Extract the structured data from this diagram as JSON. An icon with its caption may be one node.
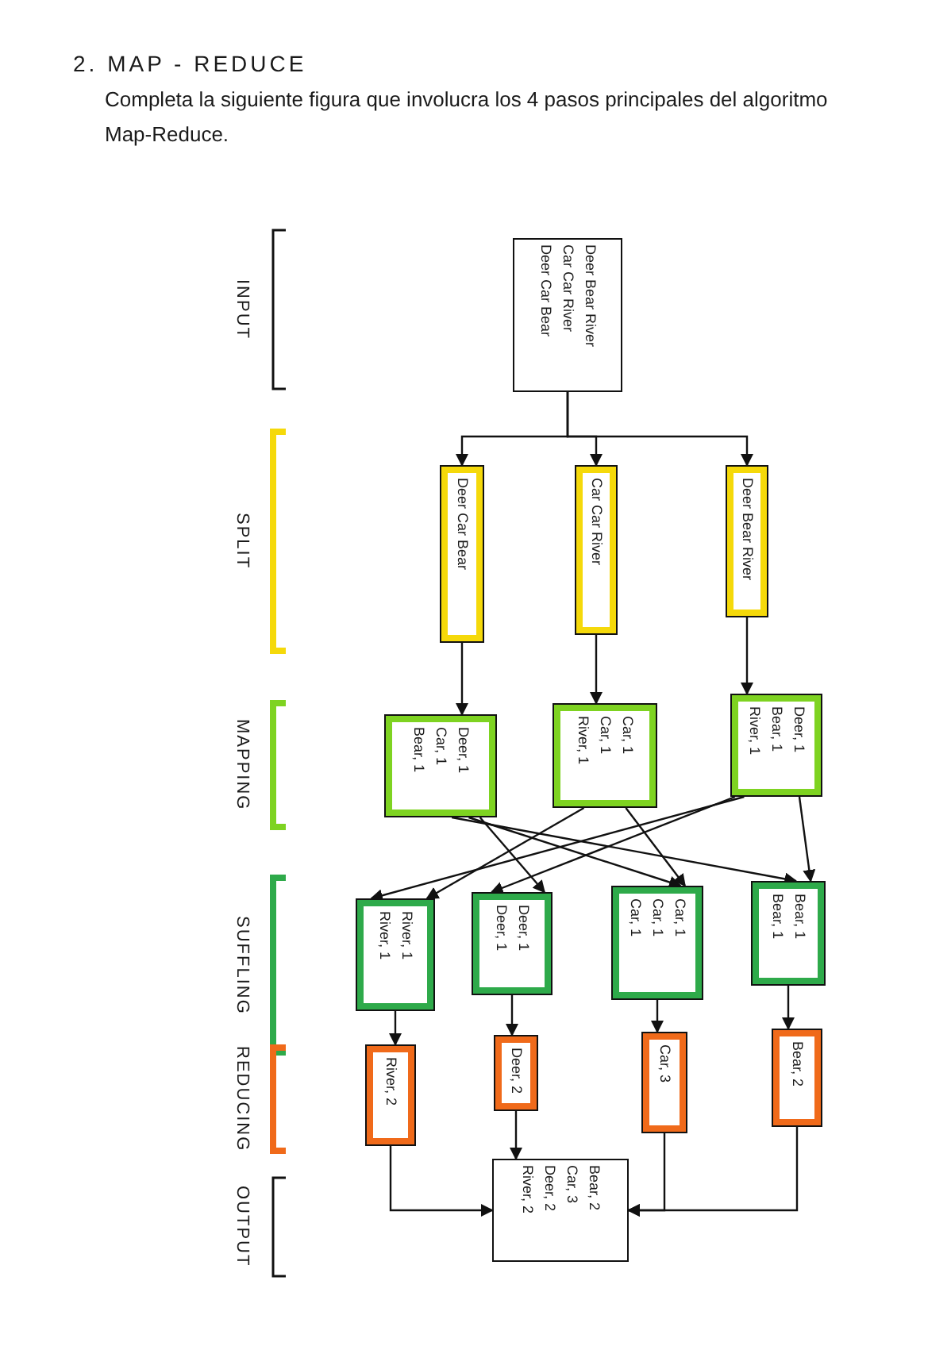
{
  "diagram": {
    "title": "2. MAP - REDUCE",
    "nodes": [
      {
        "text": [
          "Deer Bear River",
          "Car Car River",
          "Deer Car Bear"
        ]
      },
      {
        "text": [
          "Deer Car Bear"
        ]
      },
      {
        "text": [
          "Car Car River"
        ]
      },
      {
        "text": [
          "Deer Bear River"
        ]
      },
      {
        "text": [
          "Deer, 1",
          "Car, 1",
          "Bear, 1"
        ]
      },
      {
        "text": [
          "Car, 1",
          "Car, 1",
          "River, 1"
        ]
      },
      {
        "text": [
          "Deer, 1",
          "Bear, 1",
          "River, 1"
        ]
      },
      {
        "text": [
          "River, 1",
          "River, 1"
        ]
      },
      {
        "text": [
          "Deer, 1",
          "Deer, 1"
        ]
      },
      {
        "text": [
          "Car, 1",
          "Car, 1",
          "Car, 1"
        ]
      },
      {
        "text": [
          "Bear, 1",
          "Bear, 1"
        ]
      },
      {
        "text": [
          "River, 2"
        ]
      },
      {
        "text": [
          "Deer, 2"
        ]
      },
      {
        "text": [
          "Car, 3"
        ]
      },
      {
        "text": [
          "Bear, 2"
        ]
      },
      {
        "text": [
          "Bear, 2",
          "Car, 3",
          "Deer, 2",
          "River, 2"
        ]
      }
    ],
    "edges": [
      {
        "from": 0,
        "to": 1,
        "arrow": "to"
      },
      {
        "from": 0,
        "to": 2,
        "arrow": "to"
      },
      {
        "from": 0,
        "to": 3,
        "arrow": "to"
      },
      {
        "from": 1,
        "to": 4,
        "arrow": "to"
      },
      {
        "from": 2,
        "to": 5,
        "arrow": "to"
      },
      {
        "from": 3,
        "to": 6,
        "arrow": "to"
      },
      {
        "from": 4,
        "to": 8,
        "arrow": "to"
      },
      {
        "from": 4,
        "to": 9,
        "arrow": "to"
      },
      {
        "from": 4,
        "to": 10,
        "arrow": "to"
      },
      {
        "from": 5,
        "to": 7,
        "arrow": "to"
      },
      {
        "from": 5,
        "to": 9,
        "arrow": "to"
      },
      {
        "from": 6,
        "to": 7,
        "arrow": "to"
      },
      {
        "from": 6,
        "to": 8,
        "arrow": "to"
      },
      {
        "from": 6,
        "to": 10,
        "arrow": "to"
      },
      {
        "from": 7,
        "to": 11,
        "arrow": "to"
      },
      {
        "from": 8,
        "to": 12,
        "arrow": "to"
      },
      {
        "from": 9,
        "to": 13,
        "arrow": "to"
      },
      {
        "from": 10,
        "to": 14,
        "arrow": "to"
      },
      {
        "from": 11,
        "to": 15,
        "arrow": "to"
      },
      {
        "from": 12,
        "to": 15,
        "arrow": "to"
      },
      {
        "from": 13,
        "to": 15,
        "arrow": "to"
      },
      {
        "from": 14,
        "to": 15,
        "arrow": "to"
      }
    ],
    "labels": [
      "Completa la siguiente figura que involucra los 4 pasos principales del algoritmo Map-Reduce.",
      "INPUT",
      "SPLIT",
      "MAPPING",
      "SUFFLING",
      "REDUCING",
      "OUTPUT"
    ]
  }
}
